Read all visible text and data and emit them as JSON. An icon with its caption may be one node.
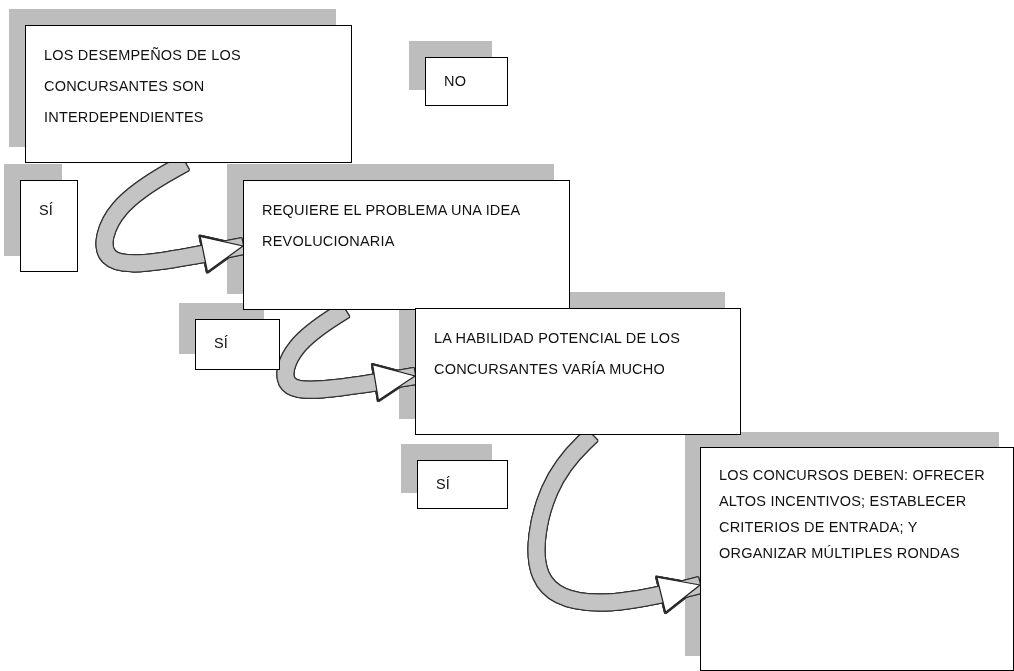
{
  "diagram": {
    "nodes": [
      {
        "text": [
          "LOS DESEMPEÑOS DE LOS CONCURSANTES SON INTERDEPENDIENTES"
        ]
      },
      {
        "text": [
          "NO"
        ]
      },
      {
        "text": [
          "SÍ"
        ]
      },
      {
        "text": [
          "REQUIERE EL PROBLEMA UNA IDEA REVOLUCIONARIA"
        ]
      },
      {
        "text": [
          "SÍ"
        ]
      },
      {
        "text": [
          "LA HABILIDAD POTENCIAL DE LOS CONCURSANTES VARÍA MUCHO"
        ]
      },
      {
        "text": [
          "SÍ"
        ]
      },
      {
        "text": [
          "LOS CONCURSOS DEBEN: OFRECER ALTOS INCENTIVOS; ESTABLECER CRITERIOS DE ENTRADA; Y ORGANIZAR MÚLTIPLES RONDAS"
        ]
      }
    ],
    "edges": [
      {
        "from": 0,
        "to": 3,
        "arrow": "to"
      },
      {
        "from": 3,
        "to": 5,
        "arrow": "to"
      },
      {
        "from": 5,
        "to": 7,
        "arrow": "to"
      }
    ]
  }
}
